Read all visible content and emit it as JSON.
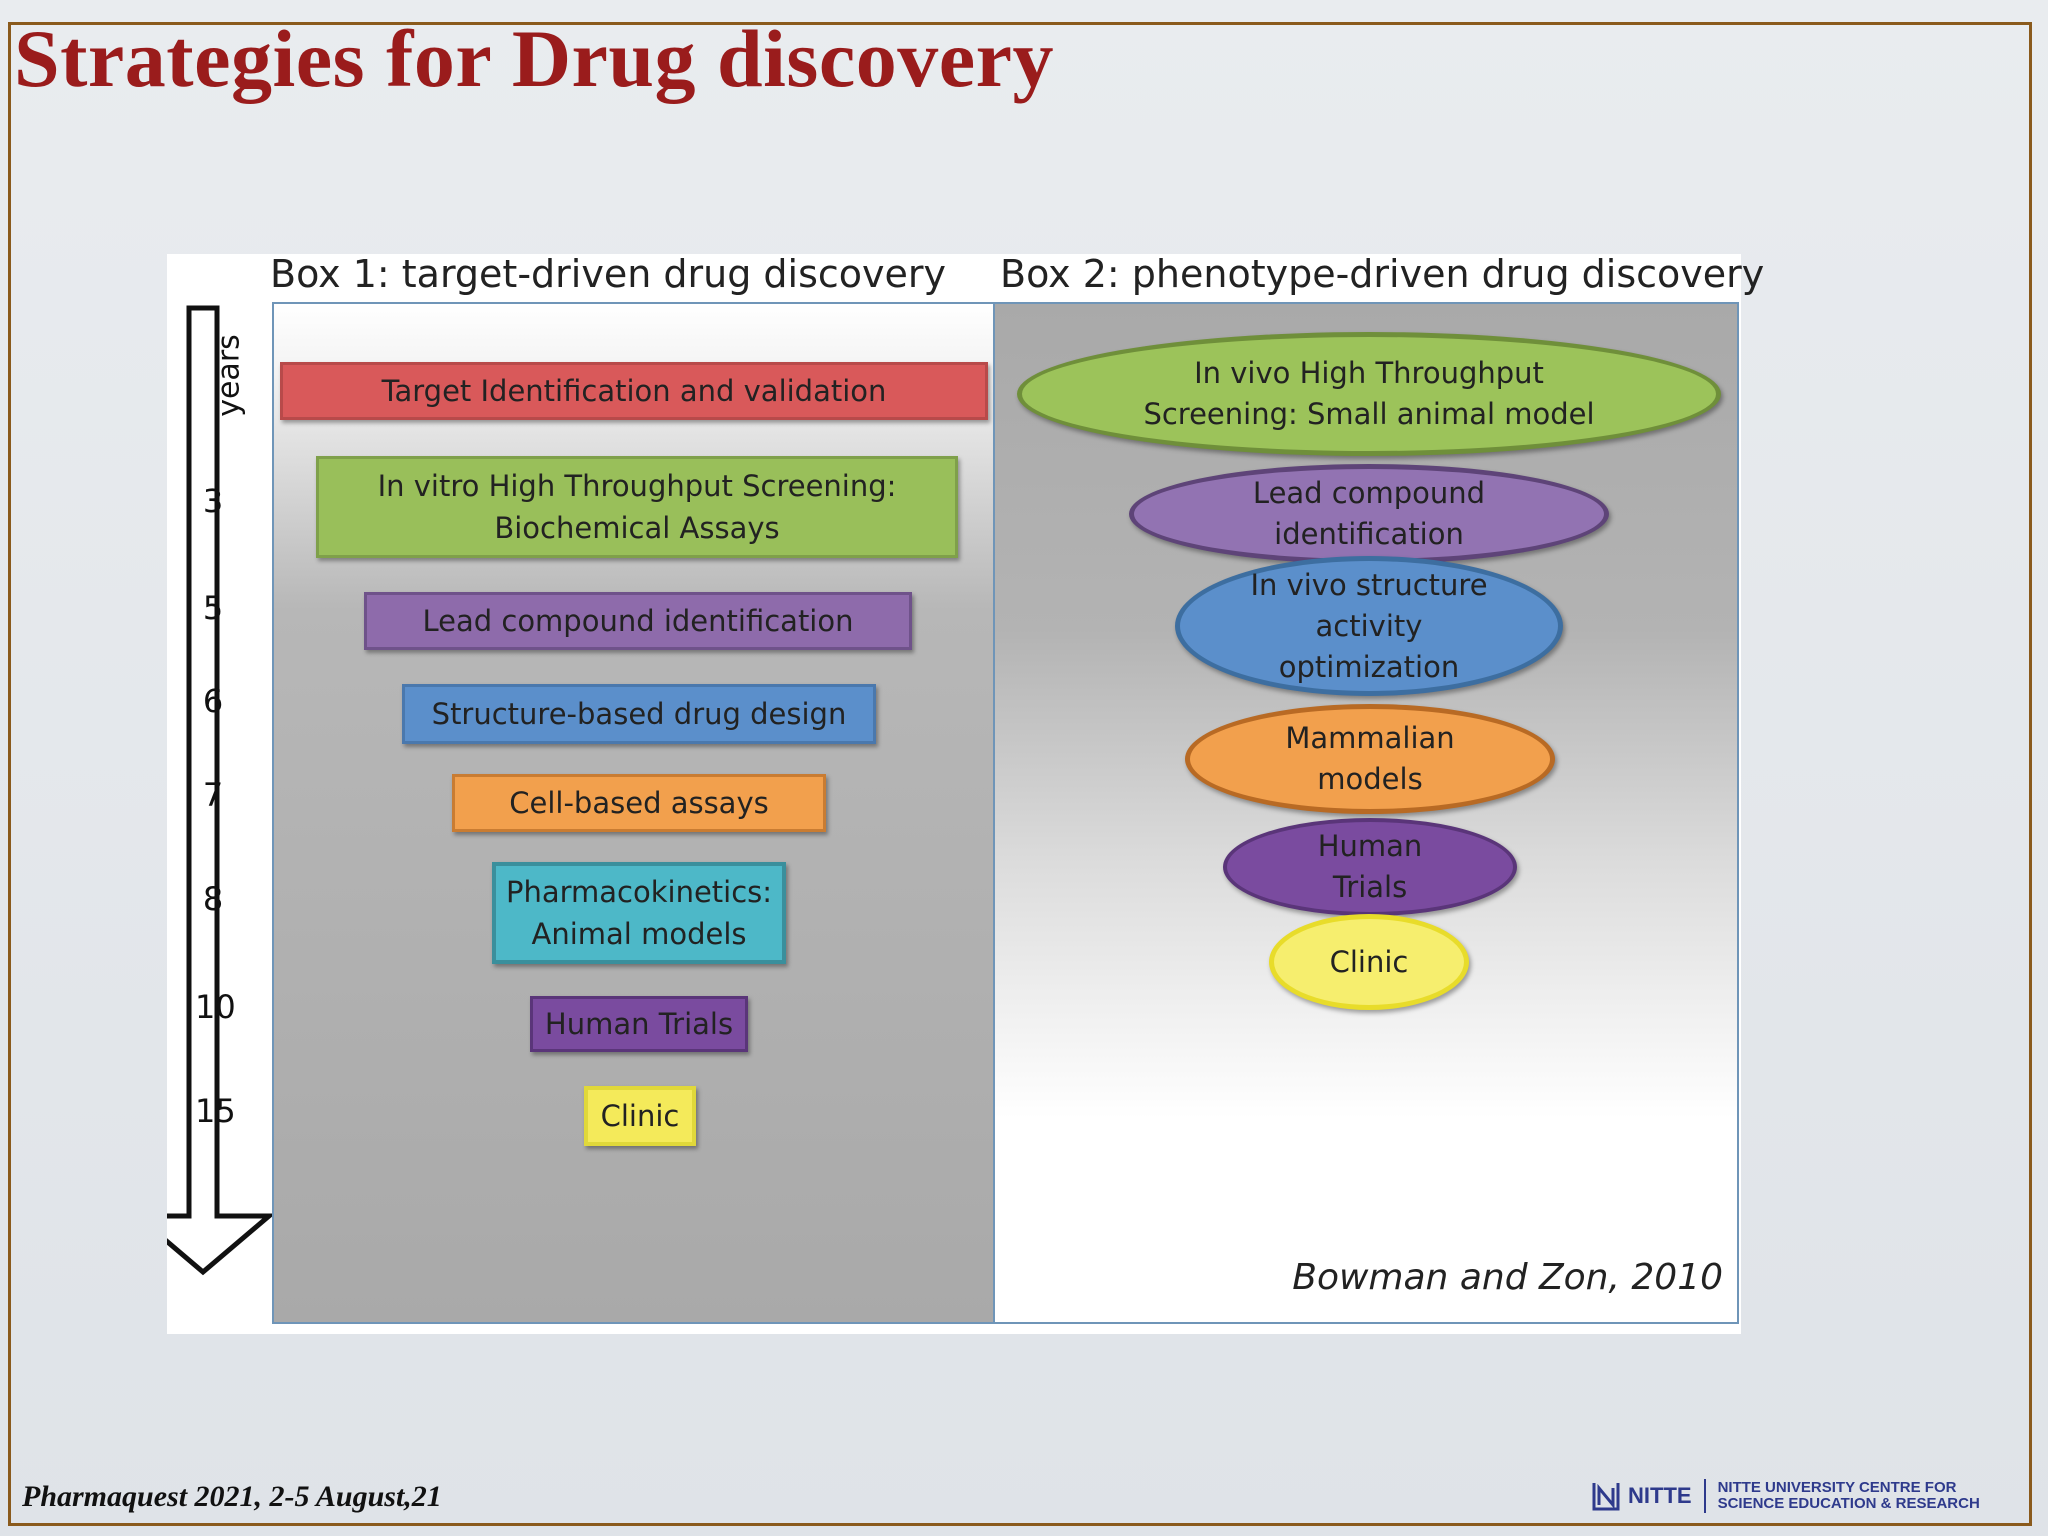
{
  "slide": {
    "title": "Strategies for Drug discovery",
    "footer": "Pharmaquest 2021, 2-5 August,21",
    "logo_name": "NITTE",
    "logo_line1": "NITTE UNIVERSITY CENTRE FOR",
    "logo_line2": "SCIENCE EDUCATION & RESEARCH"
  },
  "figure": {
    "box1_heading": "Box 1: target-driven drug discovery",
    "box2_heading": "Box 2: phenotype-driven drug discovery",
    "citation": "Bowman and Zon, 2010",
    "axis_label": "years",
    "axis_ticks": [
      "3",
      "5",
      "6",
      "7",
      "8",
      "10",
      "15"
    ],
    "box1_steps": [
      {
        "label": "Target Identification and validation",
        "color": "#d9595a"
      },
      {
        "label": "In vitro High Throughput Screening:\nBiochemical Assays",
        "color": "#99bf5a"
      },
      {
        "label": "Lead compound identification",
        "color": "#8e6bab"
      },
      {
        "label": "Structure-based  drug design",
        "color": "#5b8fcb"
      },
      {
        "label": "Cell-based assays",
        "color": "#f2a04d"
      },
      {
        "label": "Pharmacokinetics:\nAnimal models",
        "color": "#4db8c8"
      },
      {
        "label": "Human Trials",
        "color": "#7a4b9f"
      },
      {
        "label": "Clinic",
        "color": "#f4ea5a"
      }
    ],
    "box2_steps": [
      {
        "label": "In vivo High Throughput\nScreening: Small animal model",
        "color": "#9cc35a"
      },
      {
        "label": "Lead compound\nidentification",
        "color": "#9273b2"
      },
      {
        "label": "In vivo structure\nactivity\noptimization",
        "color": "#5b8fcb"
      },
      {
        "label": "Mammalian\nmodels",
        "color": "#f2a04d"
      },
      {
        "label": "Human\nTrials",
        "color": "#7a4b9f"
      },
      {
        "label": "Clinic",
        "color": "#f6ee6e"
      }
    ]
  }
}
